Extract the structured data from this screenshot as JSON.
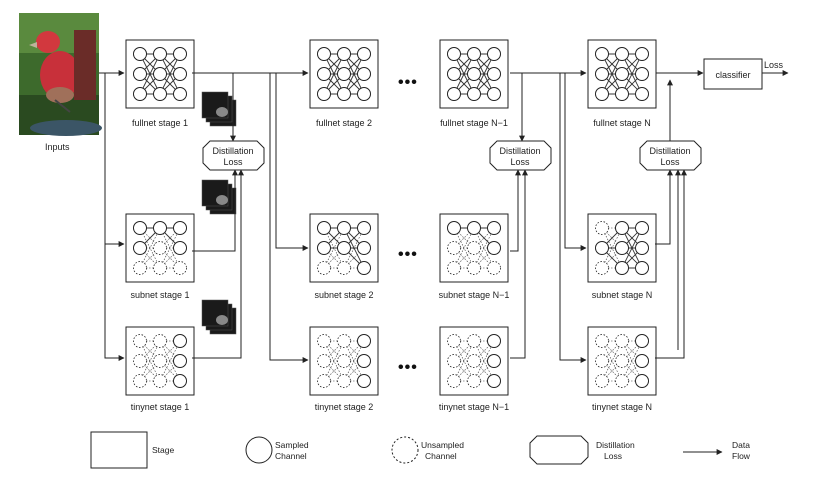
{
  "input_label": "Inputs",
  "fullnet_labels": [
    "fullnet stage 1",
    "fullnet stage 2",
    "fullnet stage N−1",
    "fullnet stage N"
  ],
  "subnet_labels": [
    "subnet stage 1",
    "subnet stage 2",
    "subnet stage N−1",
    "subnet stage N"
  ],
  "tinynet_labels": [
    "tinynet stage 1",
    "tinynet stage 2",
    "tinynet stage N−1",
    "tinynet stage N"
  ],
  "ellipsis": "•••",
  "distill_loss": [
    "Distillation",
    "Loss"
  ],
  "classifier": "classifier",
  "loss": "Loss",
  "legend": {
    "stage": "Stage",
    "sampled": [
      "Sampled",
      "Channel"
    ],
    "unsampled": [
      "Unsampled",
      "Channel"
    ],
    "distillation": [
      "Distillation",
      "Loss"
    ],
    "data_flow": [
      "Data",
      "Flow"
    ]
  },
  "colors": {
    "bird_red": "#c8303a",
    "bg_green": "#3d6a2c"
  }
}
